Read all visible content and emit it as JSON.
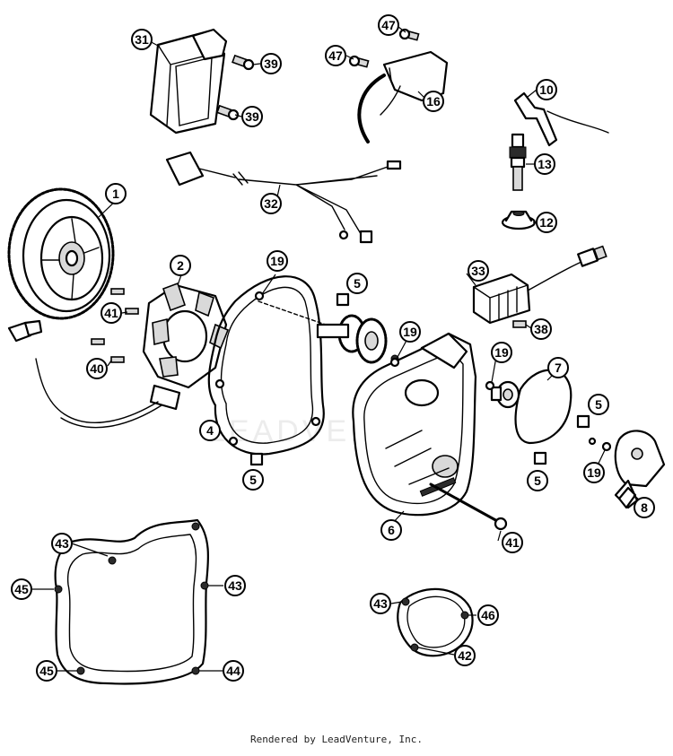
{
  "watermark": "LEADVENTURE",
  "footer": "Rendered by LeadVenture, Inc.",
  "callouts": [
    {
      "label": "1",
      "filled": false
    },
    {
      "label": "2",
      "filled": false
    },
    {
      "label": "4",
      "filled": false
    },
    {
      "label": "5",
      "filled": false
    },
    {
      "label": "5",
      "filled": false
    },
    {
      "label": "5",
      "filled": false
    },
    {
      "label": "5",
      "filled": false
    },
    {
      "label": "6",
      "filled": false
    },
    {
      "label": "7",
      "filled": false
    },
    {
      "label": "8",
      "filled": false
    },
    {
      "label": "10",
      "filled": false
    },
    {
      "label": "12",
      "filled": false
    },
    {
      "label": "13",
      "filled": false
    },
    {
      "label": "16",
      "filled": false
    },
    {
      "label": "19",
      "filled": false
    },
    {
      "label": "19",
      "filled": false
    },
    {
      "label": "19",
      "filled": false
    },
    {
      "label": "19",
      "filled": false
    },
    {
      "label": "31",
      "filled": false
    },
    {
      "label": "32",
      "filled": false
    },
    {
      "label": "33",
      "filled": false
    },
    {
      "label": "38",
      "filled": false
    },
    {
      "label": "39",
      "filled": false
    },
    {
      "label": "39",
      "filled": false
    },
    {
      "label": "40",
      "filled": false
    },
    {
      "label": "41",
      "filled": false
    },
    {
      "label": "41",
      "filled": false
    },
    {
      "label": "42",
      "filled": false
    },
    {
      "label": "43",
      "filled": false
    },
    {
      "label": "43",
      "filled": false
    },
    {
      "label": "43",
      "filled": false
    },
    {
      "label": "44",
      "filled": false
    },
    {
      "label": "45",
      "filled": false
    },
    {
      "label": "45",
      "filled": false
    },
    {
      "label": "46",
      "filled": false
    },
    {
      "label": "47",
      "filled": false
    },
    {
      "label": "47",
      "filled": false
    }
  ]
}
